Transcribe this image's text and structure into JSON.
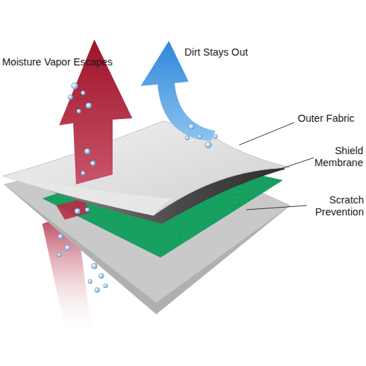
{
  "diagram": {
    "labels": [
      "Moisture Vapor Escapes",
      "Dirt Stays Out",
      "Outer Fabric",
      "Shield Membrane",
      "Scratch Prevention"
    ]
  }
}
